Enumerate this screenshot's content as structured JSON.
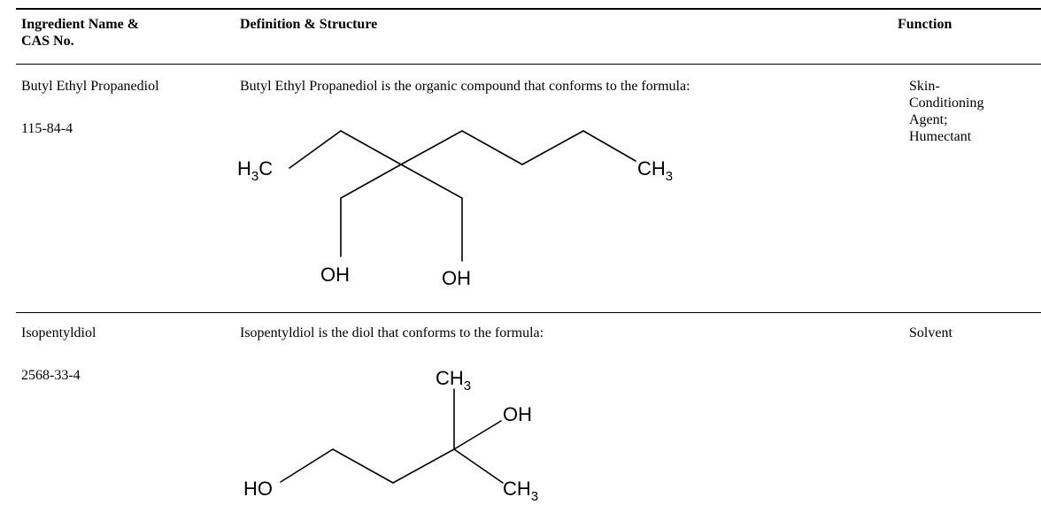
{
  "table": {
    "headers": {
      "name_line1": "Ingredient Name &",
      "name_line2": "CAS No.",
      "definition": "Definition & Structure",
      "function": "Function"
    },
    "rows": [
      {
        "name": "Butyl Ethyl Propanediol",
        "cas": "115-84-4",
        "definition": "Butyl Ethyl Propanediol is the organic compound that conforms to the formula:",
        "function": "Skin-Conditioning Agent; Humectant",
        "structure": {
          "labels": {
            "h3c": "H",
            "h3c_sub": "3",
            "h3c_tail": "C",
            "ch3": "CH",
            "ch3_sub": "3",
            "oh1": "OH",
            "oh2": "OH"
          }
        }
      },
      {
        "name": "Isopentyldiol",
        "cas": "2568-33-4",
        "definition": "Isopentyldiol is the diol that conforms to the formula:",
        "function": "Solvent",
        "structure": {
          "labels": {
            "ho": "HO",
            "ch3_top": "CH",
            "ch3_top_sub": "3",
            "oh": "OH",
            "ch3_bottom": "CH",
            "ch3_bottom_sub": "3"
          }
        }
      }
    ]
  }
}
